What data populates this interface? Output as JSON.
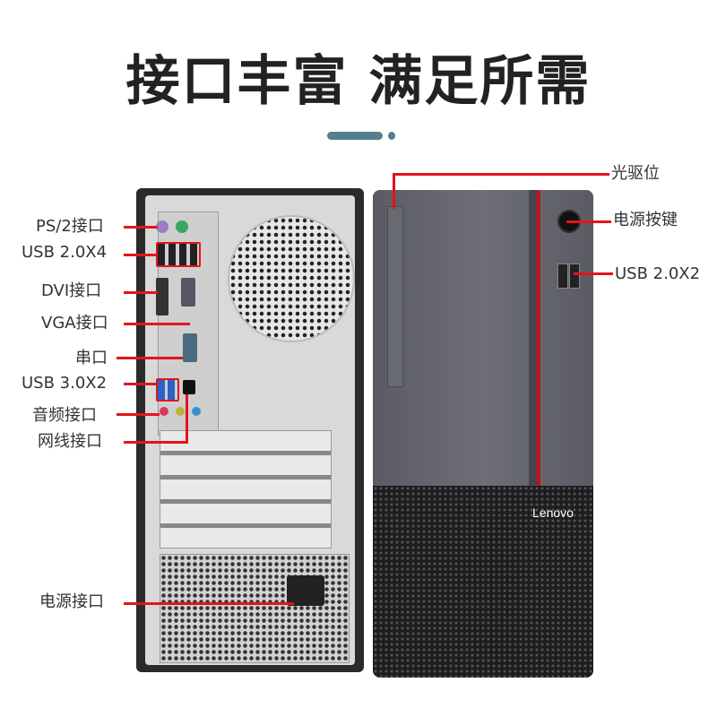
{
  "header": {
    "title": "接口丰富 满足所需"
  },
  "rear_panel": {
    "labels": [
      {
        "id": "ps2",
        "text": "PS/2接口"
      },
      {
        "id": "usb20x4",
        "text": "USB 2.0X4"
      },
      {
        "id": "dvi",
        "text": "DVI接口"
      },
      {
        "id": "vga",
        "text": "VGA接口"
      },
      {
        "id": "serial",
        "text": "串口"
      },
      {
        "id": "usb30x2",
        "text": "USB 3.0X2"
      },
      {
        "id": "audio",
        "text": "音频接口"
      },
      {
        "id": "ethernet",
        "text": "网线接口"
      },
      {
        "id": "power_socket",
        "text": "电源接口"
      }
    ]
  },
  "front_panel": {
    "labels": [
      {
        "id": "optical_drive",
        "text": "光驱位"
      },
      {
        "id": "power_button",
        "text": "电源按键"
      },
      {
        "id": "front_usb",
        "text": "USB 2.0X2"
      }
    ],
    "brand": "Lenovo"
  },
  "colors": {
    "accent_red": "#e3141c",
    "deco_teal": "#557f8c",
    "title": "#222222"
  }
}
